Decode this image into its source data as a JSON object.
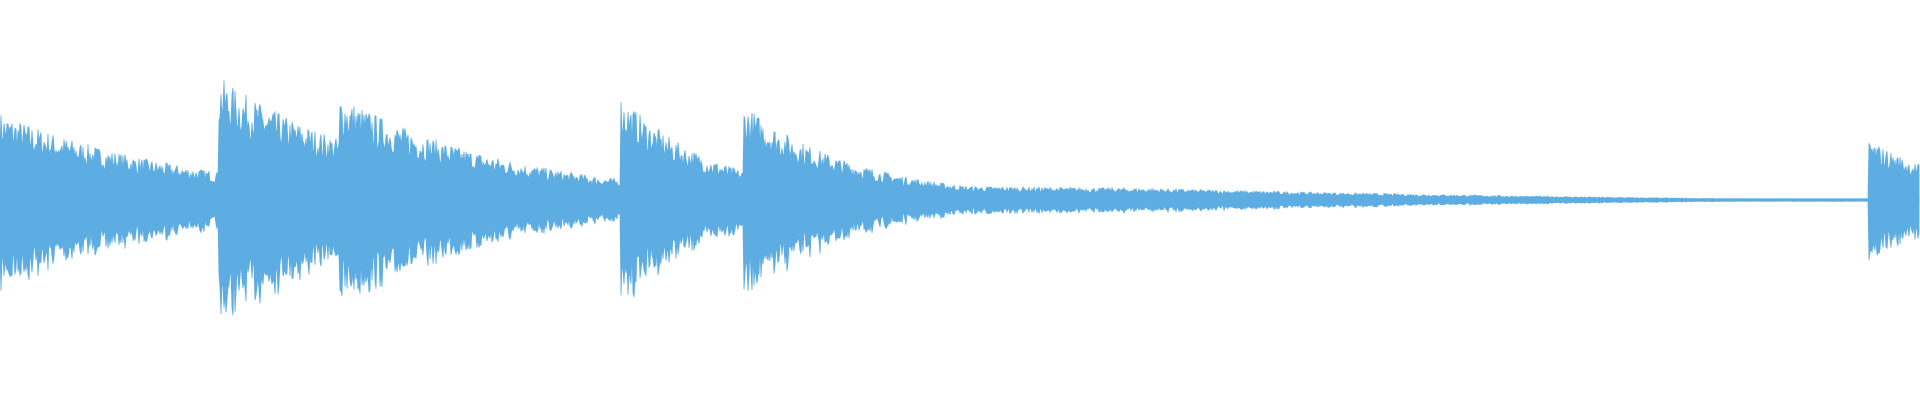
{
  "waveform": {
    "color": "#5dade2",
    "background": "#ffffff",
    "duration_fraction_note": "",
    "onsets": [
      {
        "at": 0.0,
        "peak": 0.2,
        "decay": 0.1,
        "tail": 0.012
      },
      {
        "at": 0.029,
        "peak": 0.14,
        "decay": 0.05,
        "tail": 0.01
      },
      {
        "at": 0.114,
        "peak": 0.28,
        "decay": 0.09,
        "tail": 0.06
      },
      {
        "at": 0.177,
        "peak": 0.24,
        "decay": 0.09,
        "tail": 0.012
      },
      {
        "at": 0.323,
        "peak": 0.24,
        "decay": 0.05,
        "tail": 0.01
      },
      {
        "at": 0.387,
        "peak": 0.22,
        "decay": 0.06,
        "tail": 0.009
      },
      {
        "at": 0.973,
        "peak": 0.14,
        "decay": 0.05,
        "tail": 0.012
      }
    ],
    "sustain_end": 0.965
  }
}
